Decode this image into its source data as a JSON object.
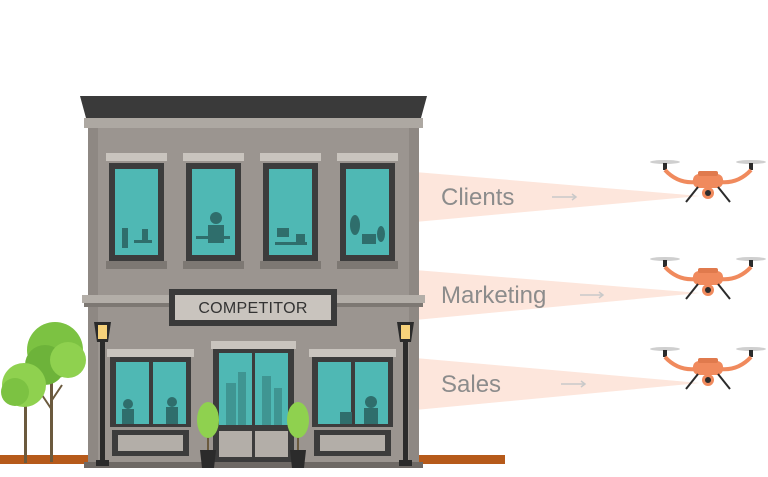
{
  "building": {
    "sign": "COMPETITOR"
  },
  "beams": [
    {
      "label": "Clients"
    },
    {
      "label": "Marketing"
    },
    {
      "label": "Sales"
    }
  ],
  "colors": {
    "facade": "#9b9590",
    "roof": "#3a3a3a",
    "window_glass": "#4fb8b4",
    "window_frame": "#3c3c3c",
    "drone": "#f08a5d",
    "beam": "#fde6dc",
    "tree": "#7cc242",
    "ground": "#b65a1a"
  },
  "icons": [
    "building",
    "drone-icon",
    "tree-icon",
    "street-lamp-icon",
    "potted-plant-icon",
    "arrow-right-icon"
  ]
}
